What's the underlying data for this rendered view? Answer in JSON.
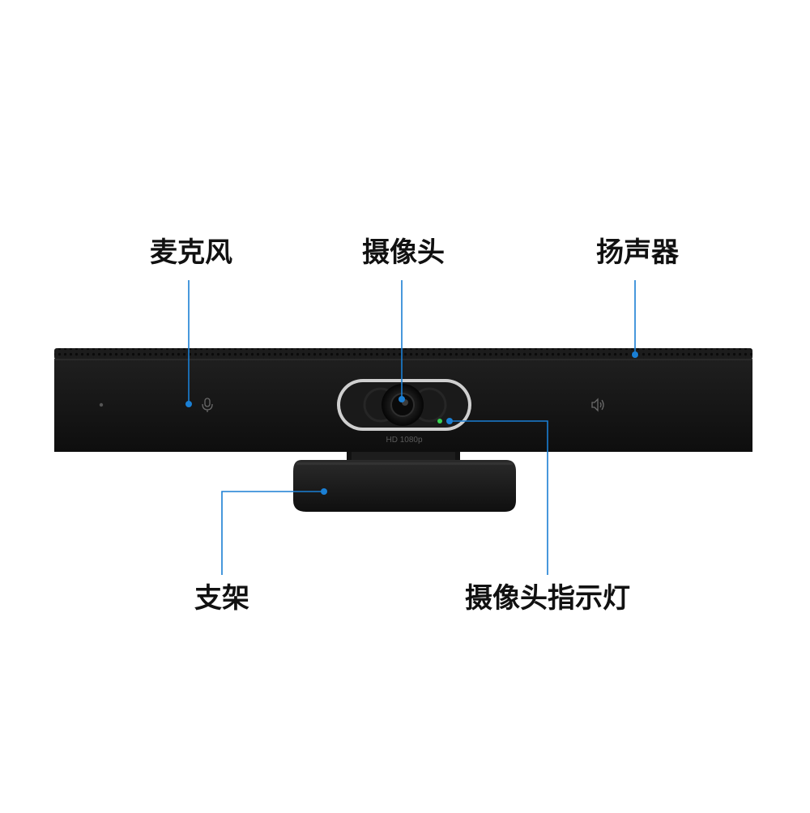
{
  "labels": {
    "microphone": "麦克风",
    "camera": "摄像头",
    "speaker": "扬声器",
    "stand": "支架",
    "camera_indicator": "摄像头指示灯"
  },
  "device": {
    "lens_caption": "HD 1080p",
    "mic_icon": "microphone-icon",
    "speaker_icon": "speaker-volume-icon"
  },
  "colors": {
    "callout": "#1a7fd4",
    "indicator_led": "#39d353",
    "device_body": "#141414",
    "label_text": "#111111"
  }
}
